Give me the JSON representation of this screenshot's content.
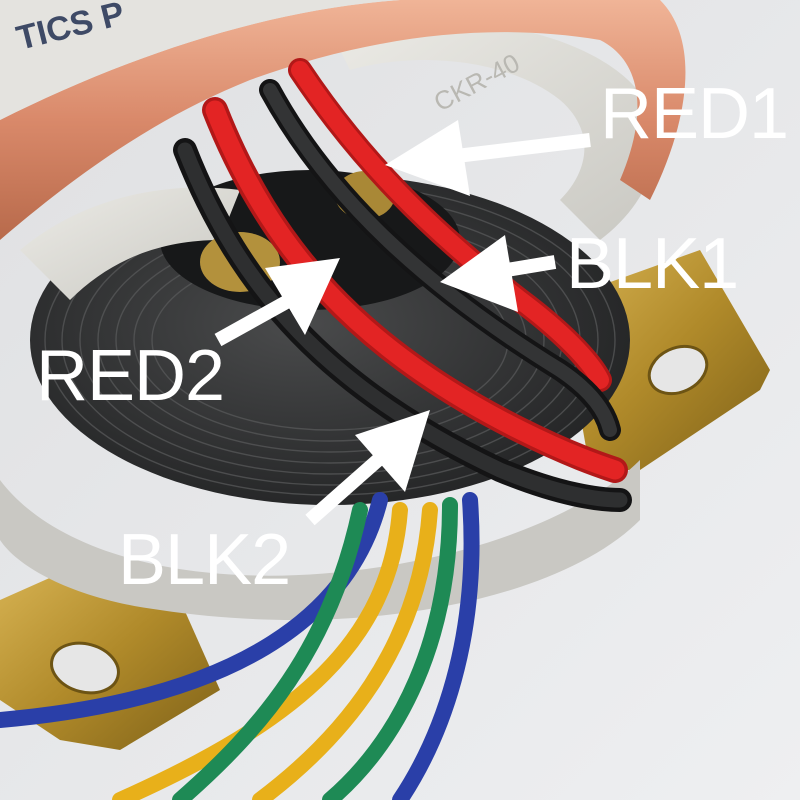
{
  "labels": {
    "red1": "RED1",
    "blk1": "BLK1",
    "red2": "RED2",
    "blk2": "BLK2"
  },
  "core_stamp": "CKR-40",
  "label_fragment": "TICS P",
  "colors": {
    "background": "#e9eaec",
    "copper_tape": "#d9896a",
    "core_cap": "#dcdbd6",
    "winding": "#2f3031",
    "red_wire": "#e32424",
    "black_wire": "#1f1f20",
    "bracket_gold": "#b08a2a",
    "wire_blue": "#2a3fa8",
    "wire_yellow": "#e8b01a",
    "wire_green": "#1e8a55",
    "arrow": "#ffffff"
  }
}
